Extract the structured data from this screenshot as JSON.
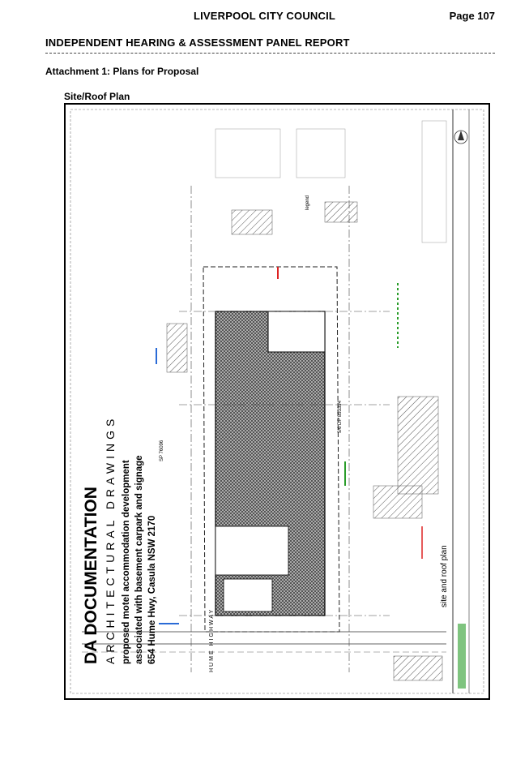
{
  "header": {
    "council": "LIVERPOOL CITY COUNCIL",
    "page": "Page 107",
    "report": "INDEPENDENT HEARING & ASSESSMENT PANEL REPORT"
  },
  "attachment_title": "Attachment 1: Plans for Proposal",
  "section_title": "Site/Roof Plan",
  "drawing": {
    "title": "DA DOCUMENTATION",
    "subtitle": "ARCHITECTURAL DRAWINGS",
    "desc_line1": "proposed motel accommodation development",
    "desc_line2": "associated with basement carpark and signage",
    "address": "654 Hume Hwy, Casula NSW 2170",
    "sheet_name": "site and roof plan",
    "street_label": "HUME HIGHWAY",
    "lot_label_1": "SP 76096",
    "lot_label_2": "9/6\nDP 853394",
    "legend_title": "legend"
  }
}
